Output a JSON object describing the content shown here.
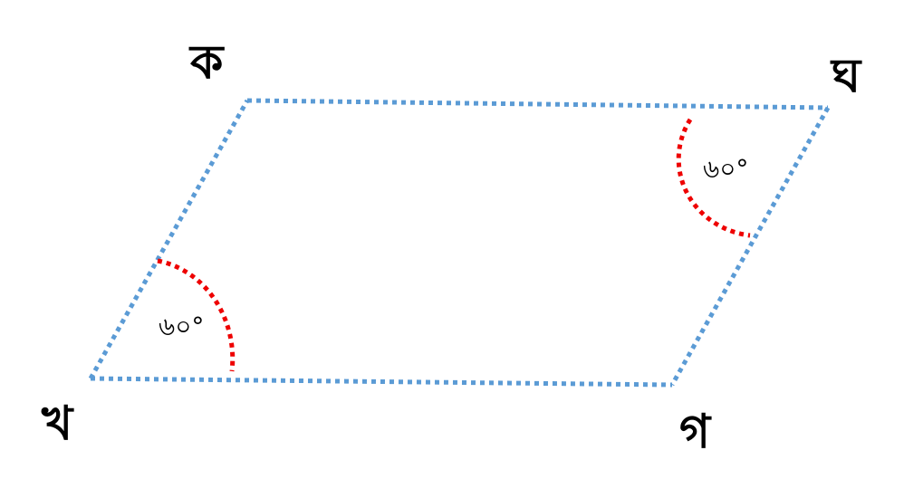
{
  "diagram": {
    "shape": "parallelogram",
    "vertices": {
      "top_left": "ক",
      "bottom_left": "খ",
      "bottom_right": "গ",
      "top_right": "ঘ"
    },
    "angles": {
      "bottom_left": "৬০°",
      "top_right": "৬০°"
    },
    "colors": {
      "edges": "#5b9bd5",
      "angle_arcs": "#ee0000",
      "text": "#000000"
    }
  }
}
